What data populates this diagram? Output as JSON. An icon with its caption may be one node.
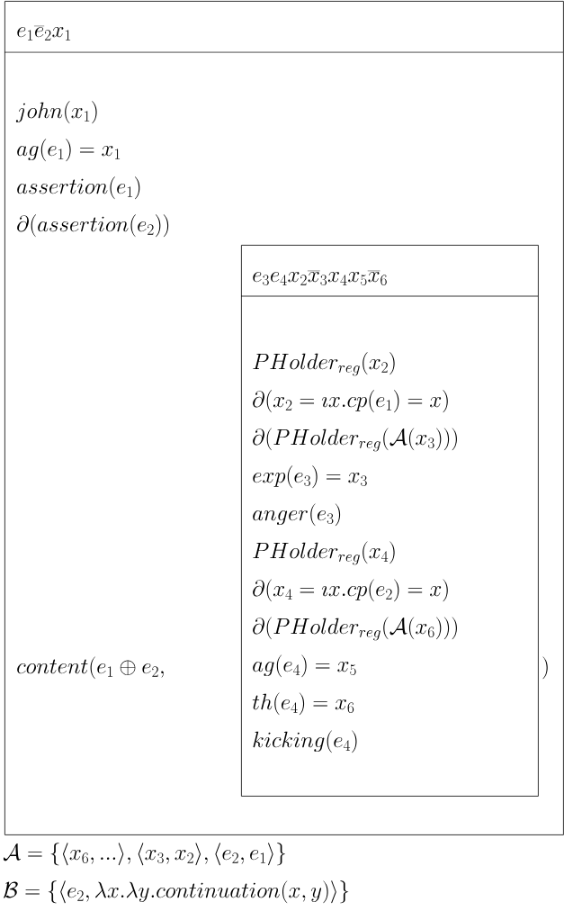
{
  "diagram": {
    "nodes": [
      {
        "text": [
          "e_1\\overline{e}_2x_1",
          "john(x_1)",
          "ag(e_1) = x_1",
          "assertion(e_1)",
          "\\partial(assertion(e_2))",
          "content(e_1 \\oplus e_2,",
          ")"
        ]
      },
      {
        "text": [
          "e_3e_4x_2\\overline{x}_3x_4x_5\\overline{x}_6",
          "PHolder_{reg}(x_2)",
          "\\partial(x_2 = \\imath x.cp(e_1) = x)",
          "\\partial(PHolder_{reg}(\\mathcal{A}(x_3)))",
          "exp(e_3) = x_3",
          "anger(e_3)",
          "PHolder_{reg}(x_4)",
          "\\partial(x_4 = \\imath x.cp(e_2) = x)",
          "\\partial(PHolder_{reg}(\\mathcal{A}(x_6)))",
          "ag(e_4) = x_5",
          "th(e_4) = x_6",
          "kicking(e_4)"
        ],
        "in": 0
      }
    ],
    "labels": [
      "\\mathcal{A} = \\{\\langle x_6, ...\\rangle, \\langle x_3, x_2\\rangle, \\langle e_2, e_1\\rangle\\}",
      "\\mathcal{B} = \\{\\langle e_2, \\lambda x.\\lambda y.continuation(x, y)\\rangle\\}"
    ]
  }
}
